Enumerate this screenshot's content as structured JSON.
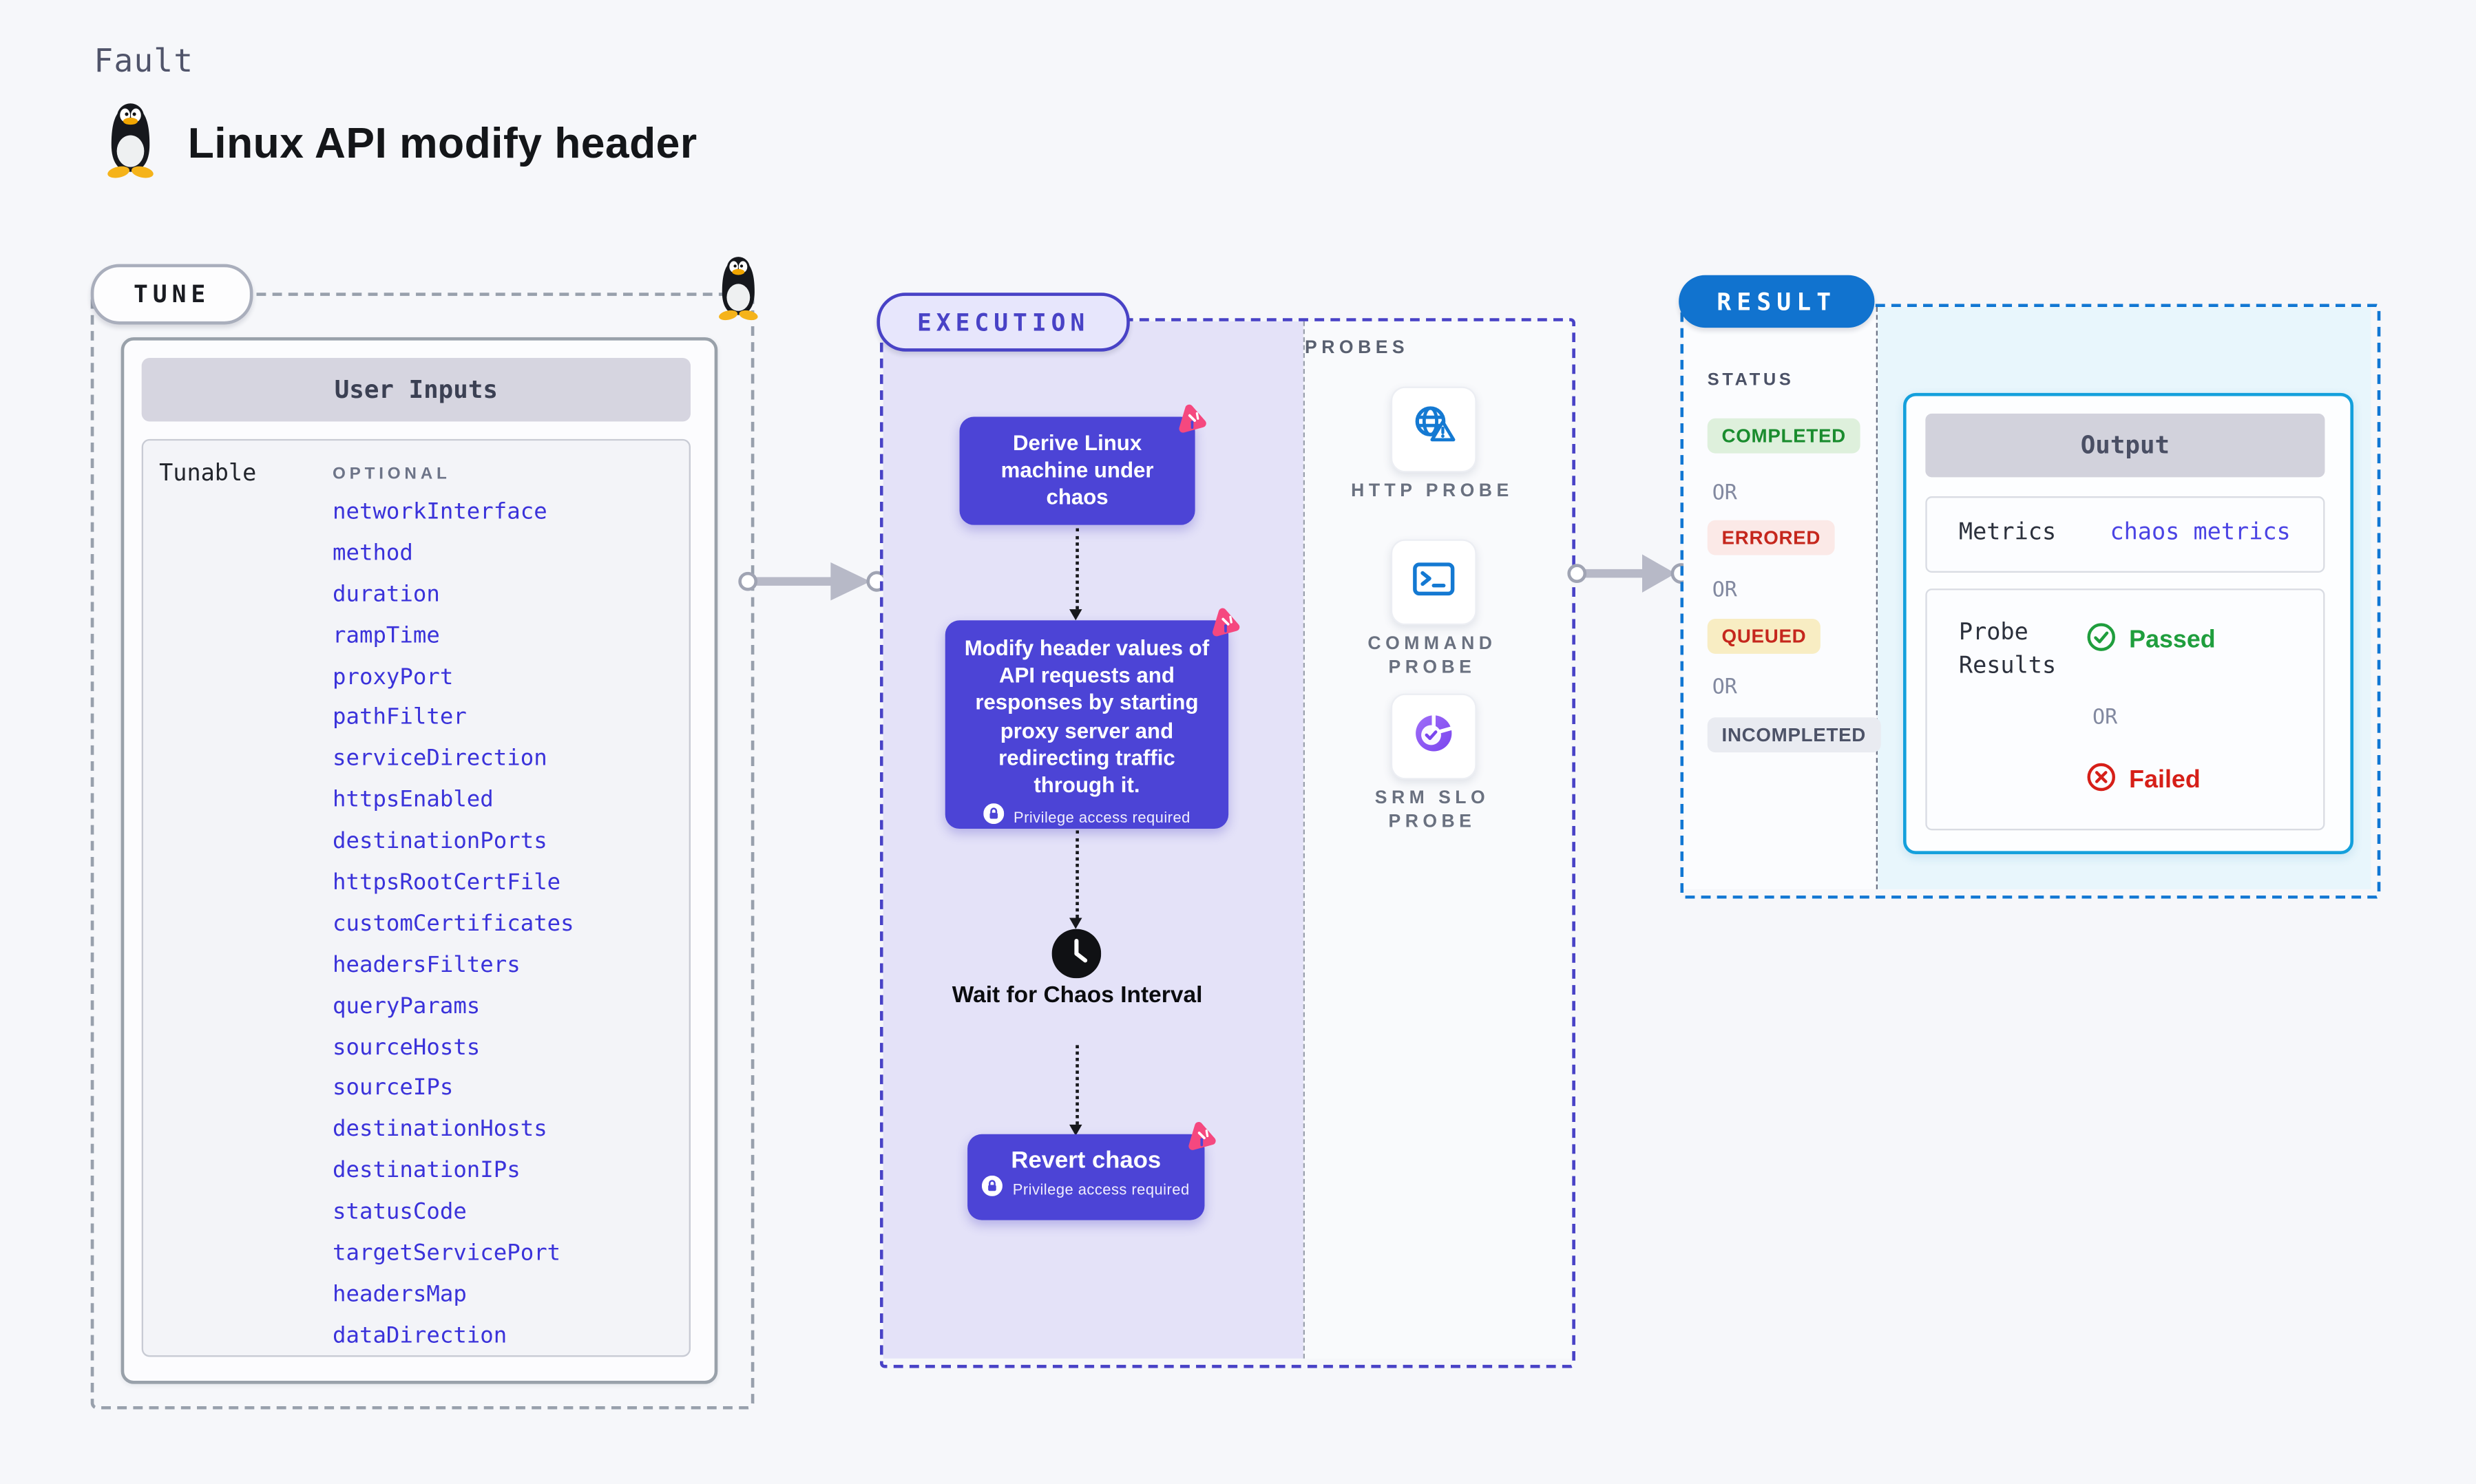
{
  "header": {
    "fault_label": "Fault",
    "title": "Linux API modify header"
  },
  "tune": {
    "badge": "TUNE",
    "table_header": "User Inputs",
    "row_label": "Tunable",
    "optional_label": "OPTIONAL",
    "tunables": [
      "networkInterface",
      "method",
      "duration",
      "rampTime",
      "proxyPort",
      "pathFilter",
      "serviceDirection",
      "httpsEnabled",
      "destinationPorts",
      "httpsRootCertFile",
      "customCertificates",
      "headersFilters",
      "queryParams",
      "sourceHosts",
      "sourceIPs",
      "destinationHosts",
      "destinationIPs",
      "statusCode",
      "targetServicePort",
      "headersMap",
      "dataDirection"
    ]
  },
  "execution": {
    "badge": "EXECUTION",
    "step1": "Derive Linux machine under chaos",
    "step2": "Modify header values of API requests and responses by starting proxy server and redirecting traffic through it.",
    "privilege_note": "Privilege access required",
    "wait_step": "Wait for Chaos Interval",
    "revert_step": "Revert chaos"
  },
  "probes": {
    "label": "PROBES",
    "items": [
      {
        "label": "HTTP PROBE",
        "icon": "globe-warning-icon"
      },
      {
        "label": "COMMAND PROBE",
        "icon": "terminal-icon"
      },
      {
        "label": "SRM SLO PROBE",
        "icon": "slo-donut-icon"
      }
    ]
  },
  "result": {
    "badge": "RESULT",
    "status_label": "STATUS",
    "or_label": "OR",
    "statuses": [
      {
        "label": "COMPLETED",
        "bg": "#def0dc",
        "color": "#1a8c2e"
      },
      {
        "label": "ERRORED",
        "bg": "#fbe9e7",
        "color": "#c5271d"
      },
      {
        "label": "QUEUED",
        "bg": "#f8edc3",
        "color": "#c5271d"
      },
      {
        "label": "INCOMPLETED",
        "bg": "#e9ebf1",
        "color": "#4d5368"
      }
    ],
    "output": {
      "header": "Output",
      "metrics_label": "Metrics",
      "metrics_link": "chaos metrics",
      "probe_results_label": "Probe Results",
      "passed_label": "Passed",
      "failed_label": "Failed"
    }
  },
  "colors": {
    "page_bg": "#f6f7fa",
    "accent_indigo": "#4c44d6",
    "execution_panel_bg": "#e4e2f8",
    "execution_border": "#4842c6",
    "tunable_link_blue": "#3a32da",
    "result_blue": "#1173cf",
    "output_border": "#14a0dc",
    "result_cyan_bg": "#e8f6fc",
    "chaos_logo_pink": "#f5487f",
    "probe_icon_blue": "#1479d2",
    "slo_purple": "#7a45ee",
    "passed_green": "#1f9e3d",
    "failed_red": "#d61f18",
    "arrow_gray": "#b7b9c7"
  }
}
